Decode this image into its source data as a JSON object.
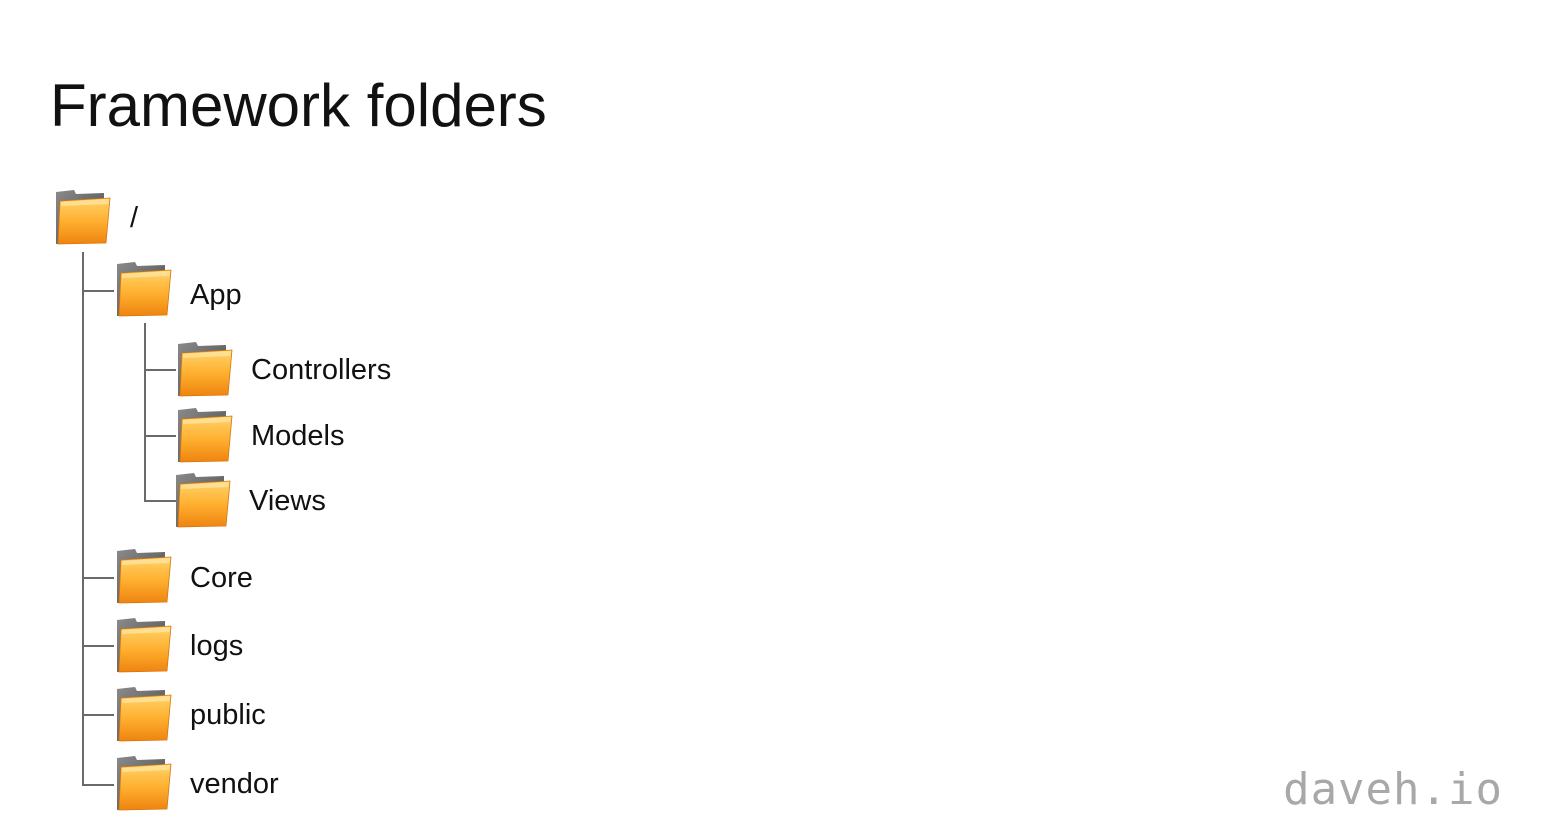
{
  "title": "Framework folders",
  "tree": {
    "root": {
      "label": "/",
      "icon": "folder-icon"
    },
    "app": {
      "label": "App",
      "icon": "folder-icon"
    },
    "controllers": {
      "label": "Controllers",
      "icon": "folder-icon"
    },
    "models": {
      "label": "Models",
      "icon": "folder-icon"
    },
    "views": {
      "label": "Views",
      "icon": "folder-icon"
    },
    "core": {
      "label": "Core",
      "icon": "folder-icon"
    },
    "logs": {
      "label": "logs",
      "icon": "folder-icon"
    },
    "public": {
      "label": "public",
      "icon": "folder-icon"
    },
    "vendor": {
      "label": "vendor",
      "icon": "folder-icon"
    }
  },
  "watermark": "daveh.io",
  "colors": {
    "folder_front_top": "#ffc44d",
    "folder_front_bottom": "#f08a12",
    "folder_back": "#6b6b6b",
    "tree_line": "#6a6a6a",
    "watermark": "#a8a8a8"
  }
}
